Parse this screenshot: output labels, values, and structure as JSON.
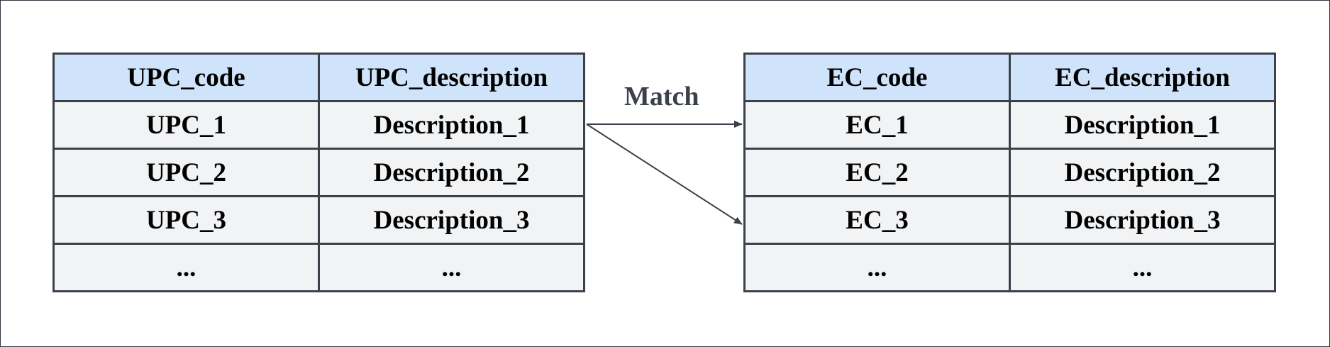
{
  "left_table": {
    "headers": [
      "UPC_code",
      "UPC_description"
    ],
    "rows": [
      [
        "UPC_1",
        "Description_1"
      ],
      [
        "UPC_2",
        "Description_2"
      ],
      [
        "UPC_3",
        "Description_3"
      ],
      [
        "...",
        "..."
      ]
    ]
  },
  "right_table": {
    "headers": [
      "EC_code",
      "EC_description"
    ],
    "rows": [
      [
        "EC_1",
        "Description_1"
      ],
      [
        "EC_2",
        "Description_2"
      ],
      [
        "EC_3",
        "Description_3"
      ],
      [
        "...",
        "..."
      ]
    ]
  },
  "connector": {
    "label": "Match",
    "color": "#3b414b",
    "from": "left_table.rows.0",
    "to": [
      "right_table.rows.0",
      "right_table.rows.2"
    ]
  },
  "colors": {
    "header_bg": "#cfe3fa",
    "cell_bg": "#f2f3f5",
    "border": "#3b414b"
  }
}
